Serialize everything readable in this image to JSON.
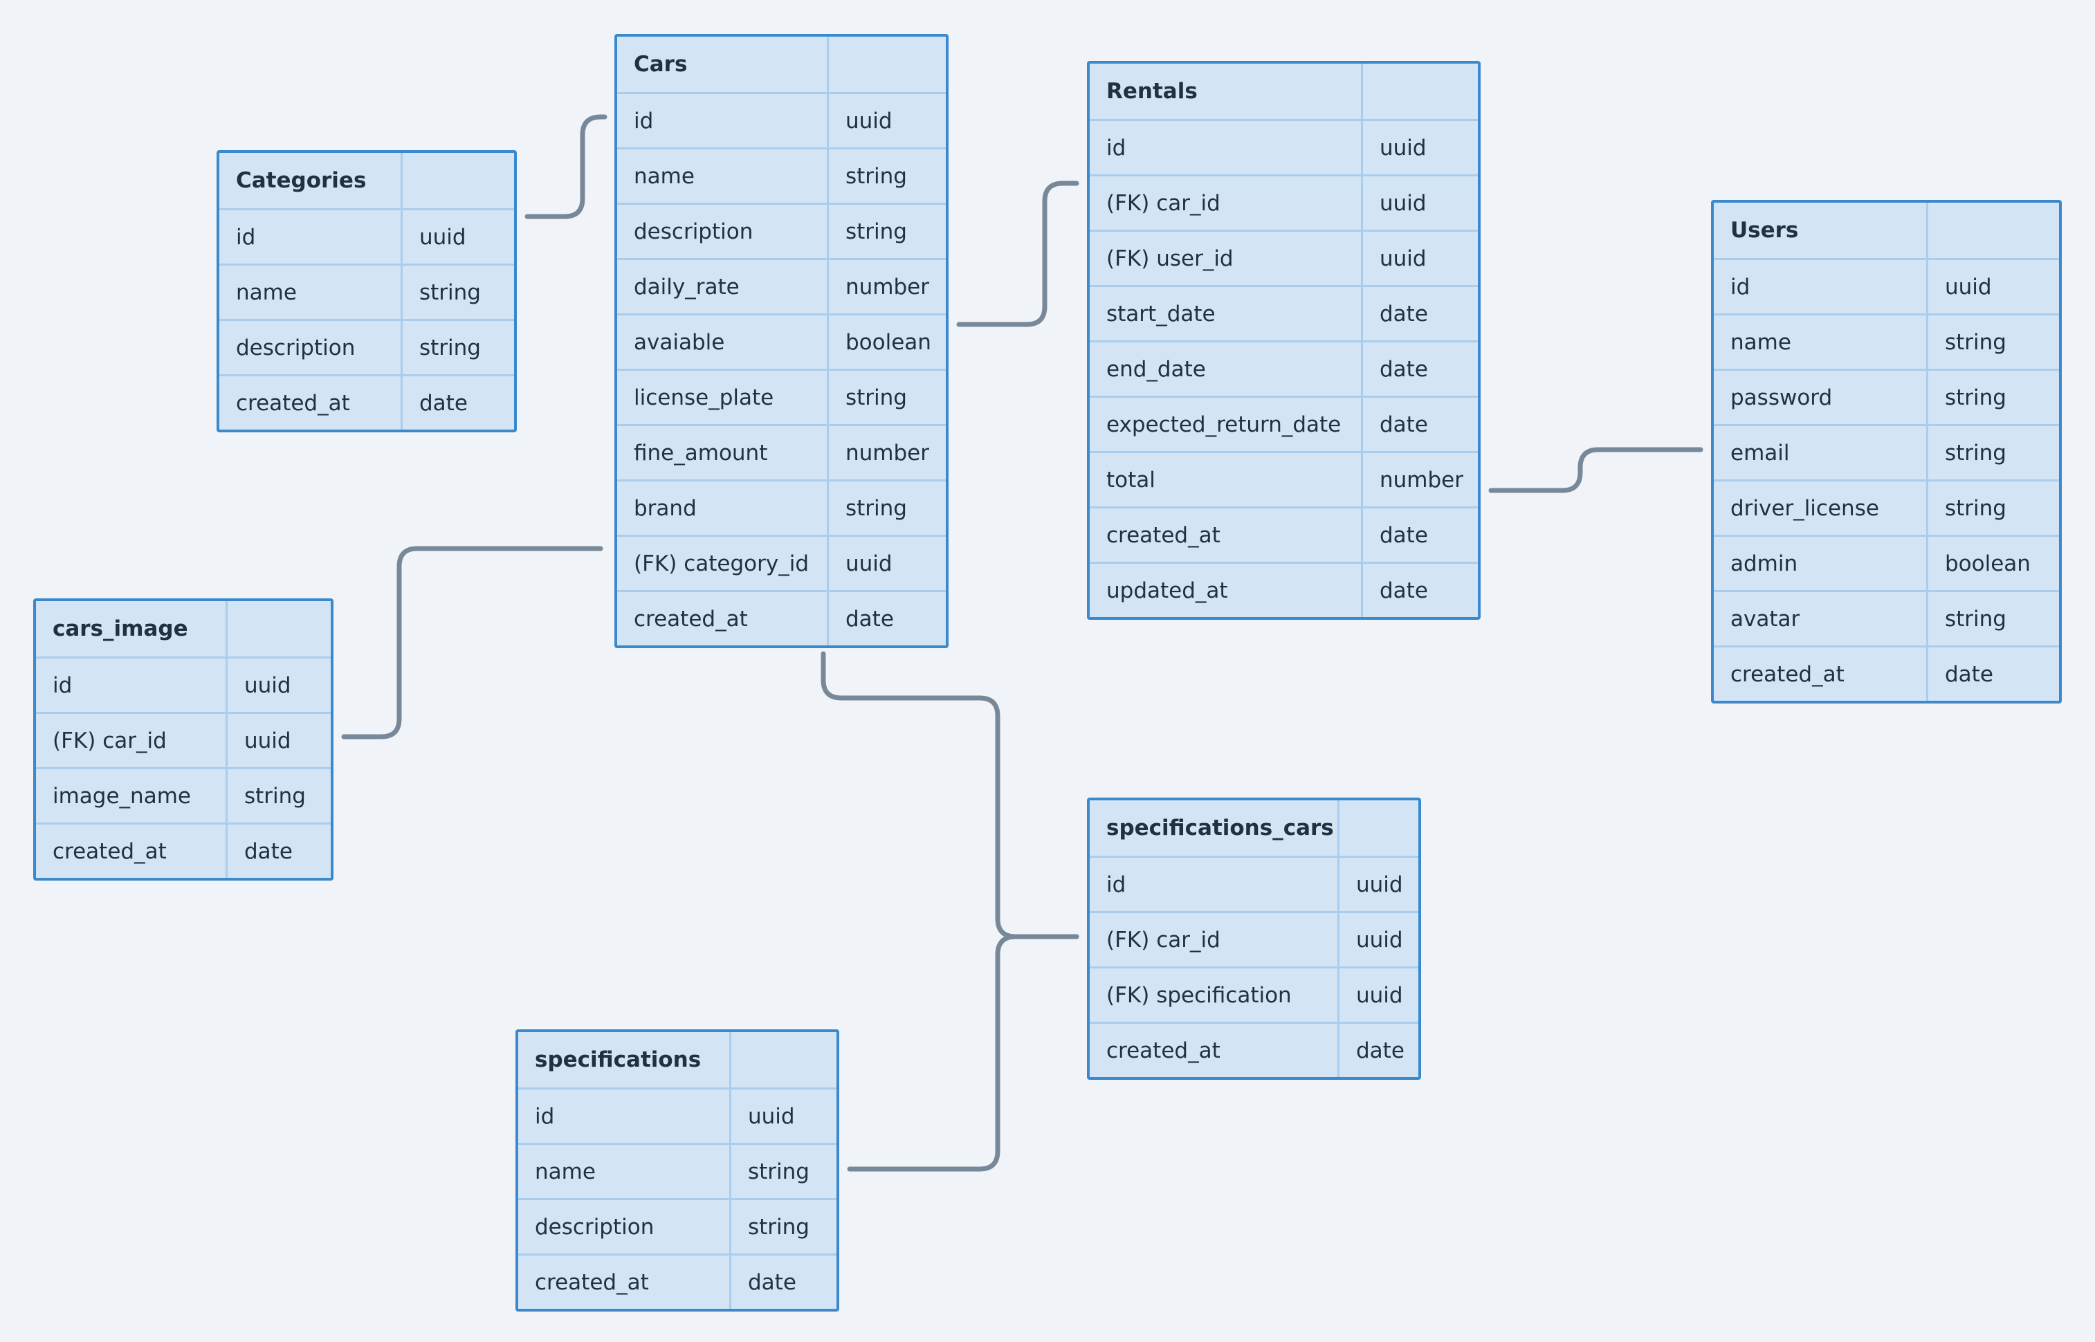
{
  "colors": {
    "background": "#f0f4f8",
    "table_fill": "#d3e5f5",
    "table_border": "#3b89cc",
    "row_divider": "#a9cdec",
    "text": "#223040",
    "connector": "#778899"
  },
  "tables": {
    "categories": {
      "title": "Categories",
      "fields": [
        {
          "name": "id",
          "type": "uuid"
        },
        {
          "name": "name",
          "type": "string"
        },
        {
          "name": "description",
          "type": "string"
        },
        {
          "name": "created_at",
          "type": "date"
        }
      ]
    },
    "cars": {
      "title": "Cars",
      "fields": [
        {
          "name": "id",
          "type": "uuid"
        },
        {
          "name": "name",
          "type": "string"
        },
        {
          "name": "description",
          "type": "string"
        },
        {
          "name": "daily_rate",
          "type": "number"
        },
        {
          "name": "avaiable",
          "type": "boolean"
        },
        {
          "name": "license_plate",
          "type": "string"
        },
        {
          "name": "fine_amount",
          "type": "number"
        },
        {
          "name": "brand",
          "type": "string"
        },
        {
          "name": "(FK) category_id",
          "type": "uuid"
        },
        {
          "name": "created_at",
          "type": "date"
        }
      ]
    },
    "rentals": {
      "title": "Rentals",
      "fields": [
        {
          "name": "id",
          "type": "uuid"
        },
        {
          "name": "(FK) car_id",
          "type": "uuid"
        },
        {
          "name": "(FK) user_id",
          "type": "uuid"
        },
        {
          "name": "start_date",
          "type": "date"
        },
        {
          "name": "end_date",
          "type": "date"
        },
        {
          "name": "expected_return_date",
          "type": "date"
        },
        {
          "name": "total",
          "type": "number"
        },
        {
          "name": "created_at",
          "type": "date"
        },
        {
          "name": "updated_at",
          "type": "date"
        }
      ]
    },
    "users": {
      "title": "Users",
      "fields": [
        {
          "name": "id",
          "type": "uuid"
        },
        {
          "name": "name",
          "type": "string"
        },
        {
          "name": "password",
          "type": "string"
        },
        {
          "name": "email",
          "type": "string"
        },
        {
          "name": "driver_license",
          "type": "string"
        },
        {
          "name": "admin",
          "type": "boolean"
        },
        {
          "name": "avatar",
          "type": "string"
        },
        {
          "name": "created_at",
          "type": "date"
        }
      ]
    },
    "cars_image": {
      "title": "cars_image",
      "fields": [
        {
          "name": "id",
          "type": "uuid"
        },
        {
          "name": "(FK) car_id",
          "type": "uuid"
        },
        {
          "name": "image_name",
          "type": "string"
        },
        {
          "name": "created_at",
          "type": "date"
        }
      ]
    },
    "specifications_cars": {
      "title": "specifications_cars",
      "fields": [
        {
          "name": "id",
          "type": "uuid"
        },
        {
          "name": "(FK) car_id",
          "type": "uuid"
        },
        {
          "name": "(FK) specification",
          "type": "uuid"
        },
        {
          "name": "created_at",
          "type": "date"
        }
      ]
    },
    "specifications": {
      "title": "specifications",
      "fields": [
        {
          "name": "id",
          "type": "uuid"
        },
        {
          "name": "name",
          "type": "string"
        },
        {
          "name": "description",
          "type": "string"
        },
        {
          "name": "created_at",
          "type": "date"
        }
      ]
    }
  }
}
